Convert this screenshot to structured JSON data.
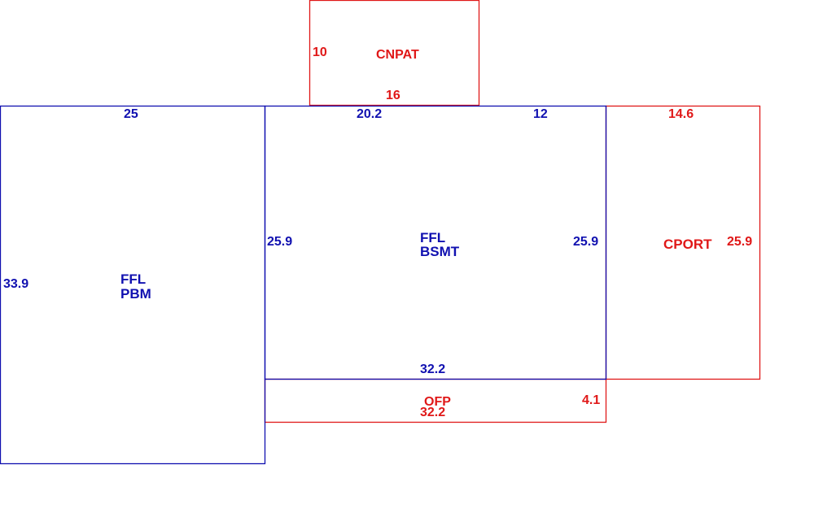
{
  "colors": {
    "living": "#1010b0",
    "other": "#e01818",
    "background": "#ffffff"
  },
  "areas": {
    "cnpat": {
      "label": "CNPAT",
      "side_left": "10",
      "side_bottom": "16"
    },
    "pbm": {
      "label_line1": "FFL",
      "label_line2": "PBM",
      "side_top": "25",
      "side_left": "33.9"
    },
    "bsmt": {
      "label_line1": "FFL",
      "label_line2": "BSMT",
      "side_top_left": "20.2",
      "side_top_right": "12",
      "side_left": "25.9",
      "side_right": "25.9",
      "side_bottom": "32.2"
    },
    "cport": {
      "label": "CPORT",
      "side_top": "14.6",
      "side_right": "25.9"
    },
    "ofp": {
      "label": "OFP",
      "side_bottom": "32.2",
      "side_right": "4.1"
    }
  }
}
